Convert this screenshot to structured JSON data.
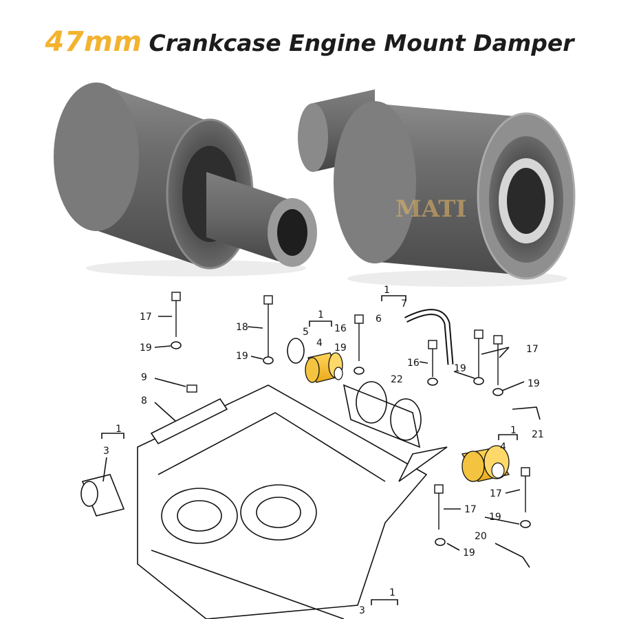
{
  "title": {
    "size": "47mm",
    "name": "Crankcase Engine Mount Damper"
  },
  "watermark": "MATI",
  "colors": {
    "accent": "#f3b32e",
    "part": "#6b6b6b",
    "highlight": "#f6c235"
  },
  "diagram_labels": {
    "l17a": "17",
    "l19a": "19",
    "l18": "18",
    "l19b": "19",
    "l1a": "1",
    "l5": "5",
    "l4a": "4",
    "l16a": "16",
    "l19c": "19",
    "l1b": "1",
    "l7": "7",
    "l6": "6",
    "l22": "22",
    "l16b": "16",
    "l19d": "19",
    "l17b": "17",
    "l19e": "19",
    "l9": "9",
    "l8": "8",
    "l1c": "1",
    "l3a": "3",
    "l21": "21",
    "l1d": "1",
    "l4b": "4",
    "l17c": "17",
    "l17d": "17",
    "l19f": "19",
    "l20": "20",
    "l19g": "19",
    "l1e": "1",
    "l3b": "3"
  }
}
